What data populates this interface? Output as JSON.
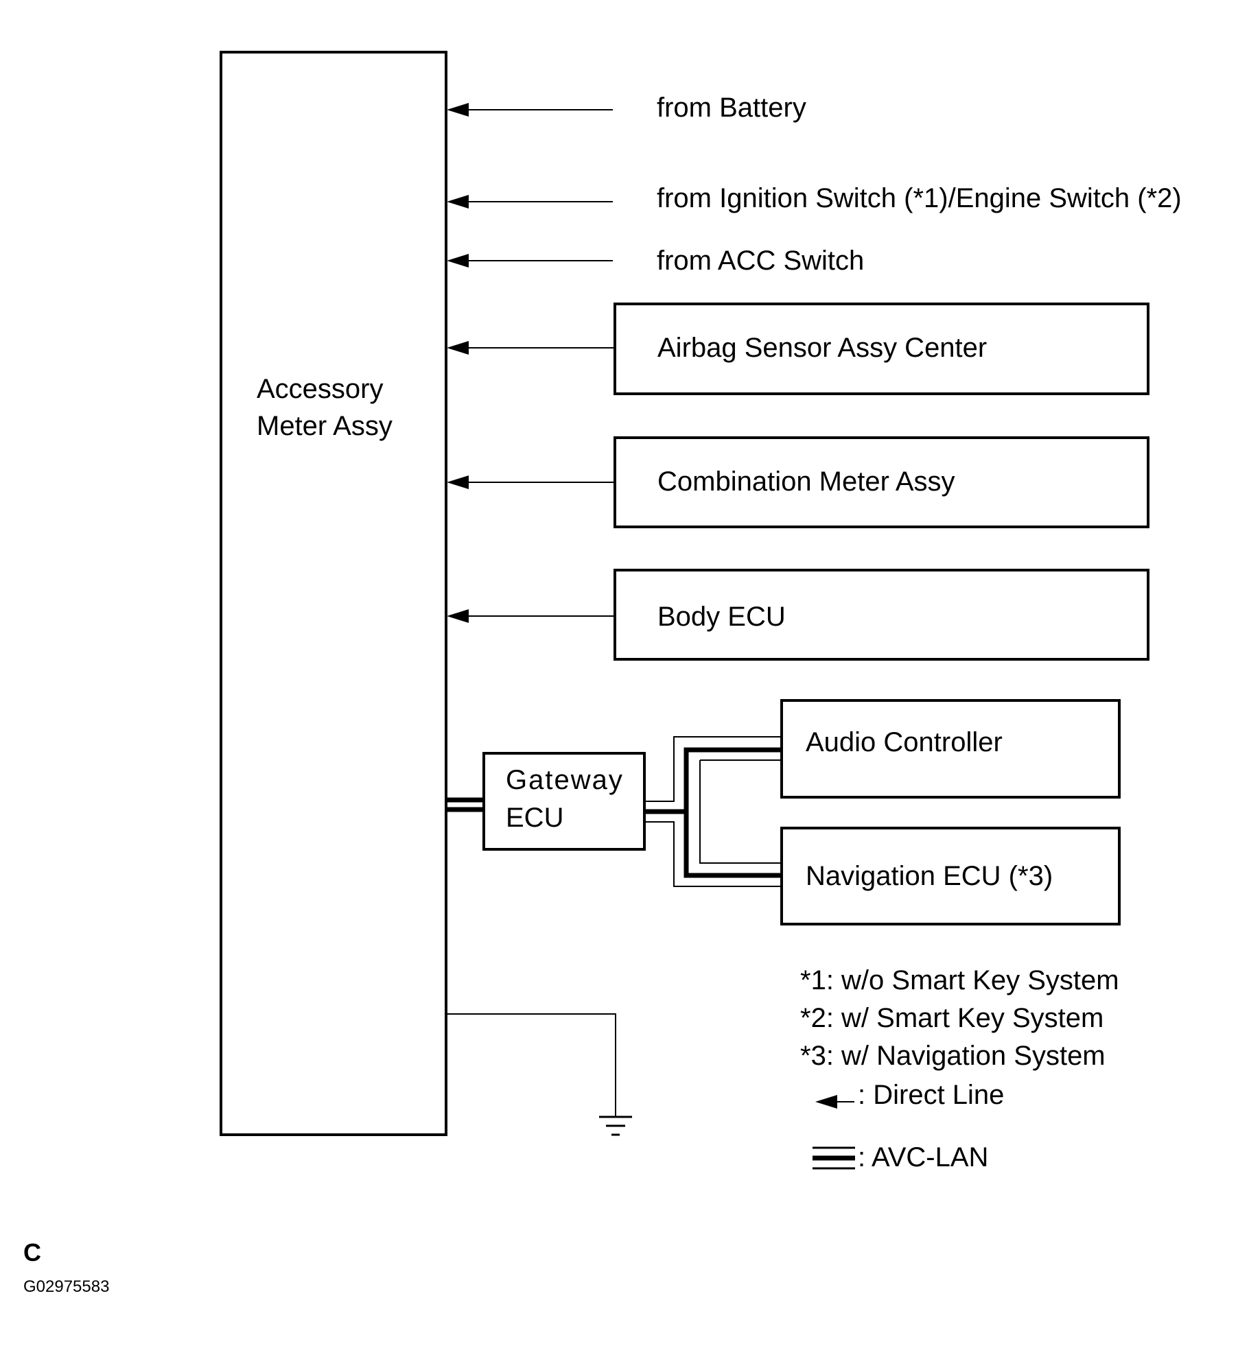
{
  "main_unit": {
    "label_line1": "Accessory",
    "label_line2": "Meter Assy"
  },
  "inputs": [
    {
      "label": "from Battery"
    },
    {
      "label": "from Ignition Switch (*1)/Engine Switch (*2)"
    },
    {
      "label": "from ACC Switch"
    }
  ],
  "ecus": [
    {
      "label": "Airbag Sensor Assy Center"
    },
    {
      "label": "Combination Meter Assy"
    },
    {
      "label": "Body ECU"
    }
  ],
  "gateway": {
    "label_line1": "Gateway",
    "label_line2": "ECU"
  },
  "avc_devices": [
    {
      "label": "Audio Controller"
    },
    {
      "label": "Navigation ECU (*3)"
    }
  ],
  "notes": [
    "*1: w/o Smart Key System",
    "*2: w/ Smart Key System",
    "*3: w/ Navigation System"
  ],
  "legend": {
    "direct_line": ": Direct Line",
    "avc_lan": ": AVC-LAN"
  },
  "corner": {
    "letter": "C",
    "code": "G02975583"
  }
}
